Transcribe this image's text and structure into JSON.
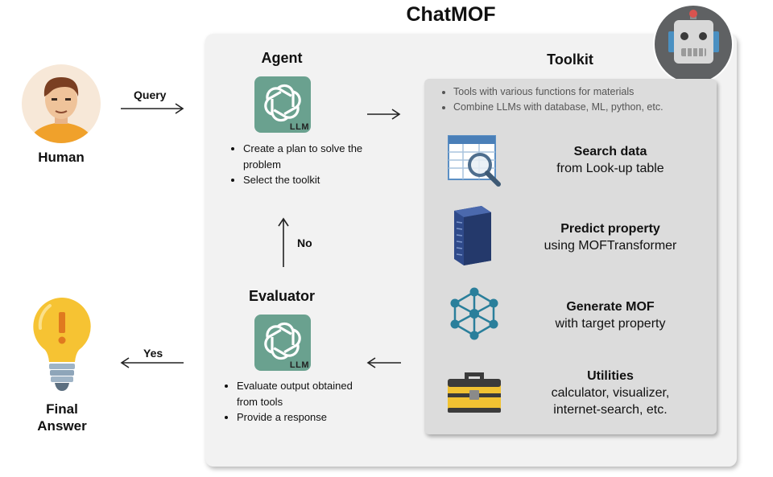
{
  "title": "ChatMOF",
  "human": {
    "label": "Human"
  },
  "final": {
    "label_line1": "Final",
    "label_line2": "Answer"
  },
  "arrows": {
    "query": "Query",
    "yes": "Yes",
    "no": "No"
  },
  "agent": {
    "heading": "Agent",
    "logo_tag": "LLM",
    "bullets": [
      "Create a plan to solve the problem",
      "Select the toolkit"
    ]
  },
  "evaluator": {
    "heading": "Evaluator",
    "logo_tag": "LLM",
    "bullets": [
      "Evaluate output obtained from tools",
      "Provide a response"
    ]
  },
  "toolkit": {
    "heading": "Toolkit",
    "notes": [
      "Tools with various functions for materials",
      "Combine LLMs with database, ML, python, etc."
    ],
    "tools": [
      {
        "icon": "table-search-icon",
        "line1": "Search data",
        "line2": "from Look-up table"
      },
      {
        "icon": "server-icon",
        "line1": "Predict property",
        "line2": "using MOFTransformer"
      },
      {
        "icon": "molecule-network-icon",
        "line1": "Generate MOF",
        "line2": "with target property"
      },
      {
        "icon": "toolbox-icon",
        "line1": "Utilities",
        "line2": "calculator, visualizer,",
        "line3": "internet-search, etc."
      }
    ]
  },
  "colors": {
    "llm_green": "#6aa18f",
    "robot_bg": "#5f6163",
    "panel": "#f2f2f2",
    "toolkit_panel": "#dcdcdc",
    "server_blue": "#2f4a8a",
    "network_teal": "#2a7f9b",
    "toolbox_yellow": "#f1c232"
  }
}
